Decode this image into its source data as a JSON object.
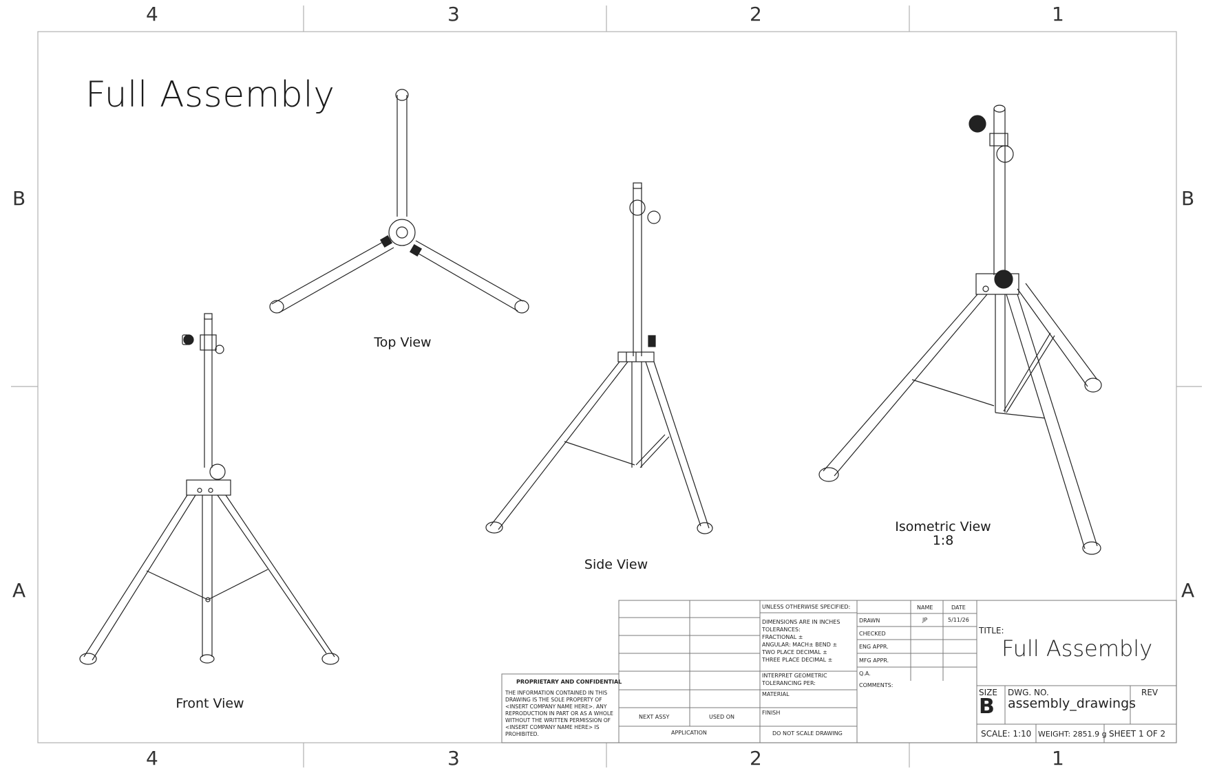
{
  "sheet": {
    "zones_top": [
      "4",
      "3",
      "2",
      "1"
    ],
    "zones_bottom": [
      "4",
      "3",
      "2",
      "1"
    ],
    "zones_left": [
      "B",
      "A"
    ],
    "zones_right": [
      "B",
      "A"
    ]
  },
  "drawing_title": "Full Assembly",
  "views": {
    "front": "Front View",
    "top": "Top View",
    "side": "Side View",
    "isometric": "Isometric View",
    "isometric_scale": "1:8"
  },
  "confidential": {
    "heading": "PROPRIETARY AND CONFIDENTIAL",
    "body": "THE INFORMATION CONTAINED IN THIS DRAWING IS THE SOLE PROPERTY OF <INSERT COMPANY NAME HERE>. ANY REPRODUCTION IN PART OR AS A WHOLE WITHOUT THE WRITTEN PERMISSION OF <INSERT COMPANY NAME HERE> IS PROHIBITED."
  },
  "application": {
    "next_assy": "NEXT ASSY",
    "used_on": "USED ON",
    "label": "APPLICATION"
  },
  "tolerances": {
    "unless": "UNLESS OTHERWISE SPECIFIED:",
    "dims": "DIMENSIONS ARE IN INCHES",
    "tol": "TOLERANCES:",
    "fractional": "FRACTIONAL ±",
    "angular": "ANGULAR: MACH±    BEND ±",
    "two_place": "TWO PLACE DECIMAL    ±",
    "three_place": "THREE PLACE DECIMAL  ±",
    "geo1": "INTERPRET GEOMETRIC",
    "geo2": "TOLERANCING PER:",
    "material": "MATERIAL",
    "finish": "FINISH",
    "no_scale": "DO NOT SCALE DRAWING"
  },
  "signoff": {
    "name_hdr": "NAME",
    "date_hdr": "DATE",
    "rows": [
      {
        "label": "DRAWN",
        "name": "JP",
        "date": "5/11/26"
      },
      {
        "label": "CHECKED",
        "name": "",
        "date": ""
      },
      {
        "label": "ENG APPR.",
        "name": "",
        "date": ""
      },
      {
        "label": "MFG APPR.",
        "name": "",
        "date": ""
      },
      {
        "label": "Q.A.",
        "name": "",
        "date": ""
      }
    ],
    "comments": "COMMENTS:"
  },
  "title_block": {
    "title_label": "TITLE:",
    "title": "Full Assembly",
    "size_label": "SIZE",
    "size": "B",
    "dwg_no_label": "DWG.  NO.",
    "dwg_no": "assembly_drawings",
    "rev_label": "REV",
    "scale": "SCALE: 1:10",
    "weight": "WEIGHT: 2851.9 g",
    "sheet": "SHEET 1 OF 2"
  }
}
